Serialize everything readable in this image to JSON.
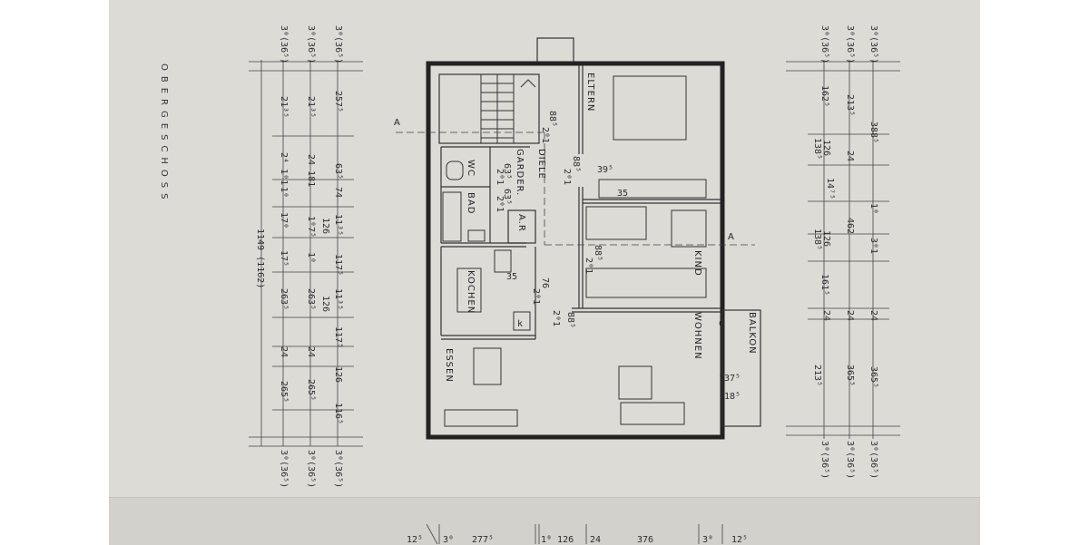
{
  "sheet_title": "OBERGESCHOSS",
  "rooms": {
    "eltern": "ELTERN",
    "diele": "DIELE",
    "garder": "GARDER.",
    "wc": "WC",
    "bad": "BAD",
    "ar": "A.R",
    "kochen": "KOCHEN",
    "kind": "KIND",
    "wohnen": "WOHNEN",
    "balkon": "BALKON",
    "essen": "ESSEN"
  },
  "section_marks": {
    "left": "A",
    "right": "A"
  },
  "door_dims": {
    "d1": [
      "88⁵",
      "2⁰1"
    ],
    "d2": [
      "88⁵",
      "2⁰1"
    ],
    "d3": [
      "88⁵",
      "2⁰1"
    ],
    "d4": [
      "76",
      "2⁰1"
    ],
    "d5": [
      "88⁵",
      "2⁰1"
    ],
    "d6": [
      "63⁵",
      "2⁰1"
    ],
    "d7": [
      "63⁵",
      "2⁰1"
    ]
  },
  "plan_dims": [
    "39⁵",
    "35",
    "35",
    "137⁵",
    "18⁵",
    "6",
    "k"
  ],
  "left_dims": {
    "col1": [
      "21³⁵",
      "2⁴ 1⁰1",
      "1⁰",
      "17⁰",
      "17⁵",
      "263⁵",
      "24",
      "265⁵"
    ],
    "col1_ends": [
      "3⁰(36⁵)",
      "3⁰(36⁵)"
    ],
    "col2": [
      "21³⁵",
      "24  181",
      "1⁰7⁵",
      "1⁰",
      "263⁵",
      "24",
      "265⁵"
    ],
    "col2_ends": [
      "3⁰(36⁵)",
      "3⁰(36⁵)"
    ],
    "col3": [
      "257⁵",
      "63⁵",
      "74",
      "126",
      "11³⁵",
      "117⁵",
      "126",
      "117⁵",
      "11³⁵",
      "126",
      "116⁵"
    ],
    "col3_ends": [
      "3⁰(36⁵)",
      "3⁰(36⁵)"
    ],
    "total": "1149 (1162)"
  },
  "right_dims": {
    "col1": [
      "162⁵",
      "138⁵",
      "138⁵",
      "161⁵",
      "213⁵"
    ],
    "col1_ends": [
      "3⁰(36⁵)",
      "3⁰(36⁵)"
    ],
    "col2": [
      "213⁵",
      "126",
      "24",
      "14⁷⁵",
      "126",
      "24",
      "365⁵",
      "24"
    ],
    "col2_ends": [
      "3⁰(36⁵)",
      "3⁰(36⁵)"
    ],
    "col3": [
      "388⁵",
      "1⁰",
      "462",
      "3⁰1",
      "24",
      "365⁵"
    ],
    "col3_ends": [
      "3⁰(36⁵)",
      "3⁰(36⁵)"
    ]
  },
  "bottom_dims": [
    "12⁵",
    "3⁰",
    "277⁵",
    "1⁰ 126",
    "24",
    "376",
    "3⁰",
    "12⁵"
  ]
}
